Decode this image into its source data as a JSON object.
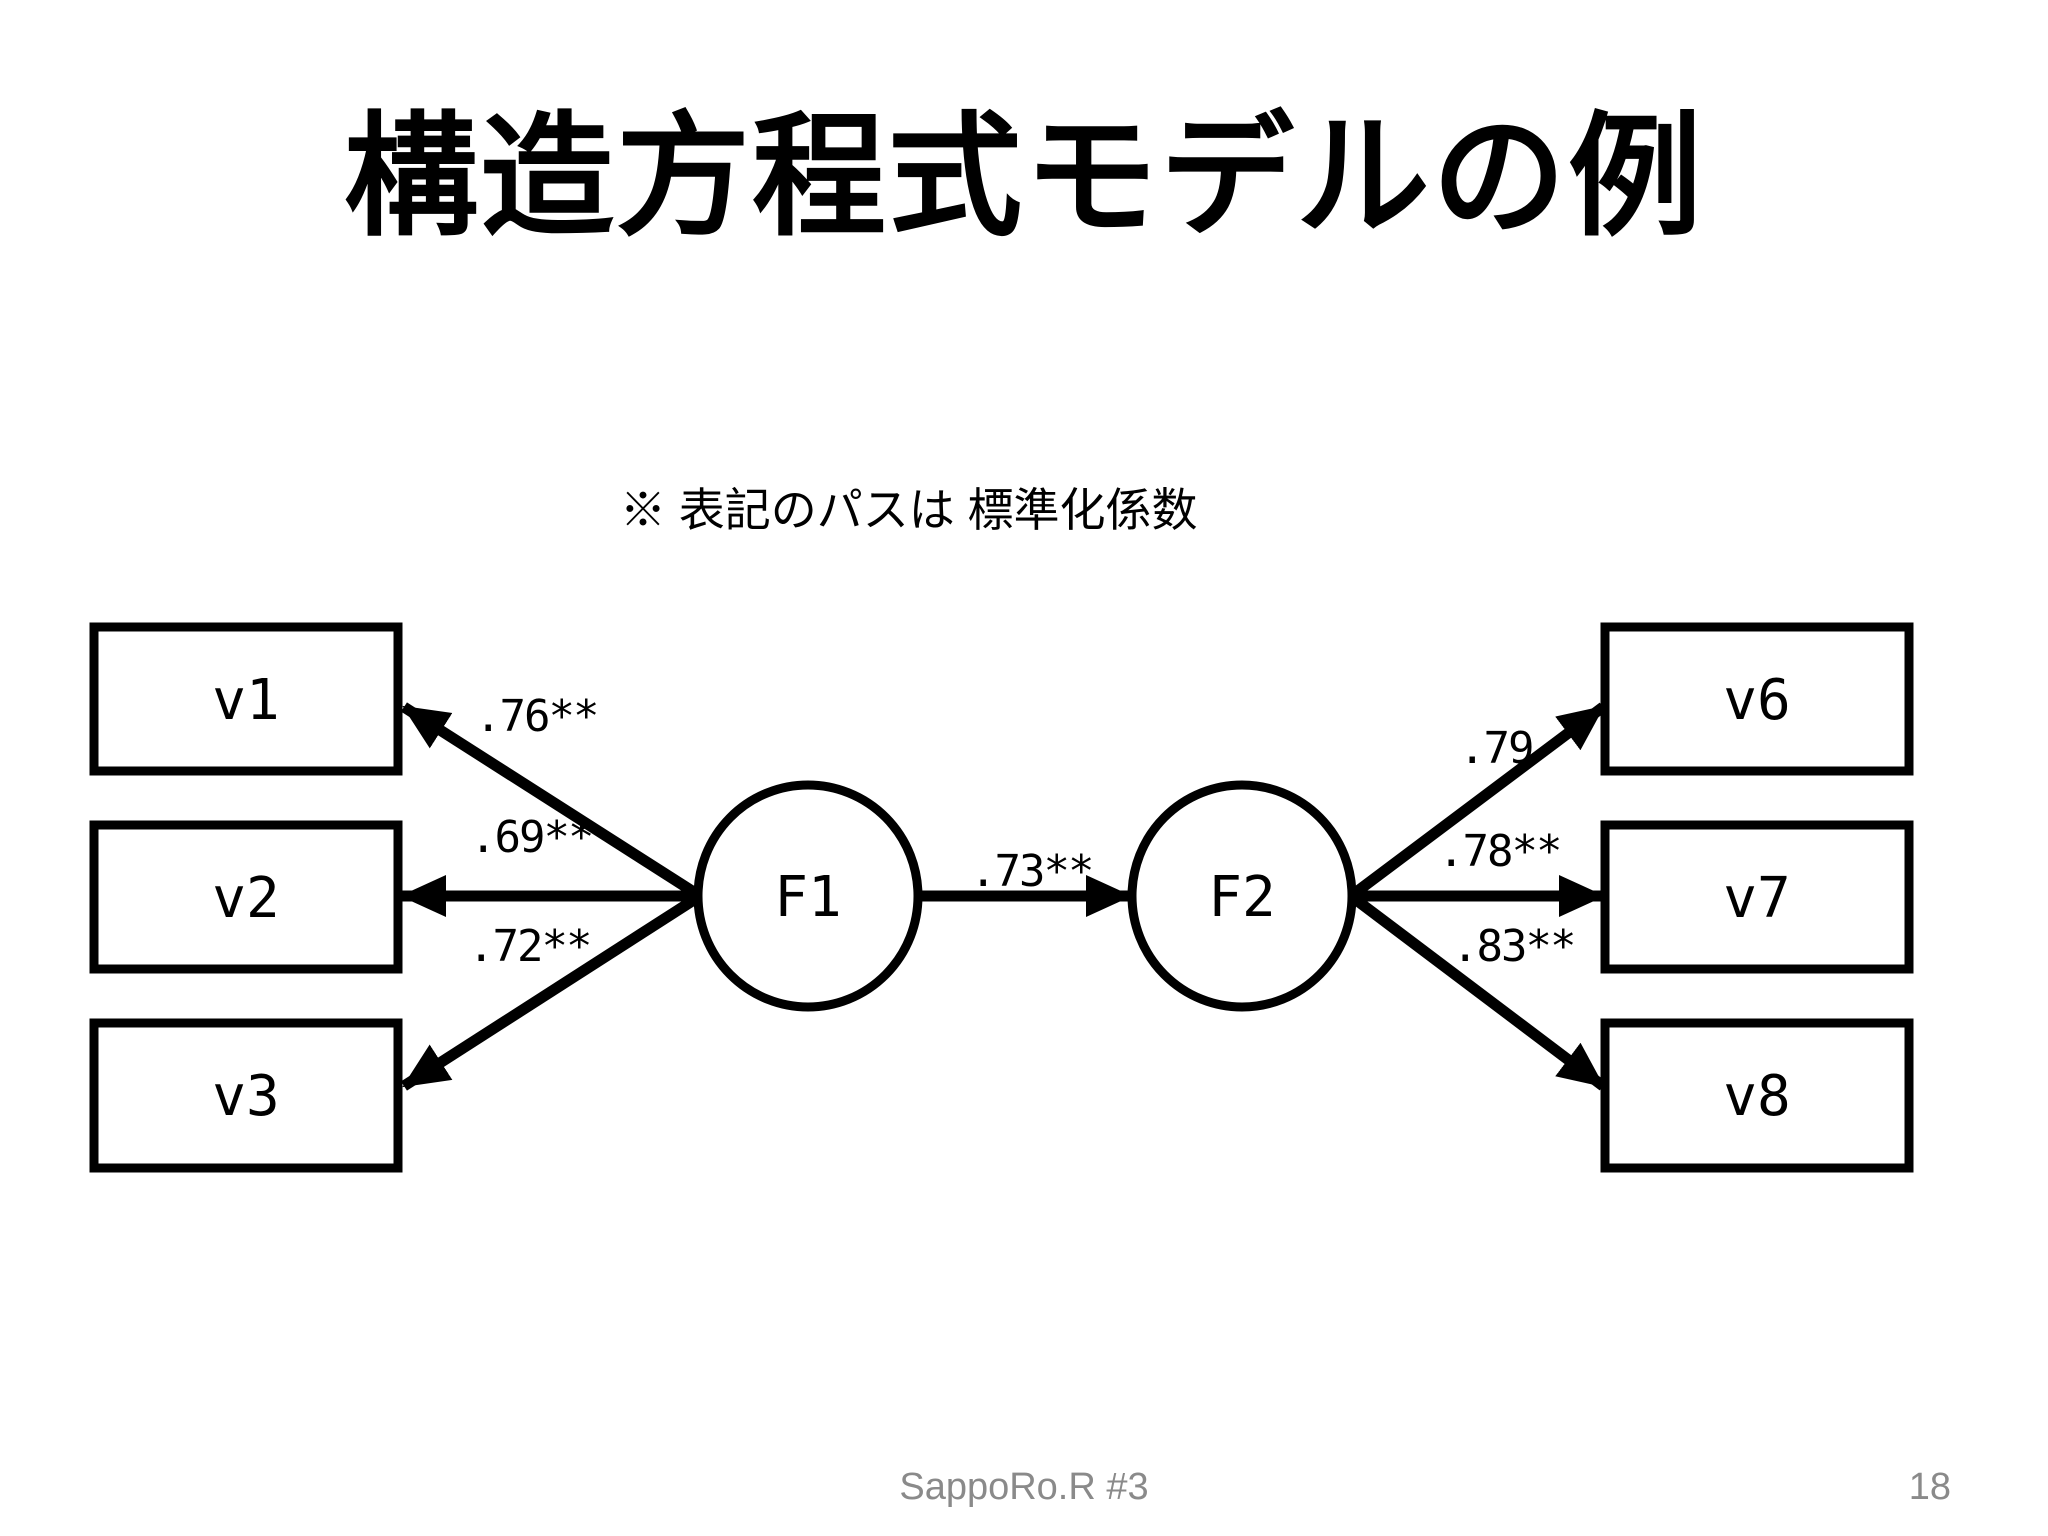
{
  "slide": {
    "title": "構造方程式モデルの例",
    "note": "※ 表記のパスは 標準化係数",
    "footer": {
      "left": "SappoRo.R #3",
      "page": "18"
    }
  },
  "diagram": {
    "kind": "structural-equation-model-path-diagram",
    "observed": [
      {
        "id": "v1",
        "label": "v1"
      },
      {
        "id": "v2",
        "label": "v2"
      },
      {
        "id": "v3",
        "label": "v3"
      },
      {
        "id": "v6",
        "label": "v6"
      },
      {
        "id": "v7",
        "label": "v7"
      },
      {
        "id": "v8",
        "label": "v8"
      }
    ],
    "latent": [
      {
        "id": "F1",
        "label": "F1"
      },
      {
        "id": "F2",
        "label": "F2"
      }
    ],
    "paths": [
      {
        "from": "F1",
        "to": "v1",
        "coef": ".76**"
      },
      {
        "from": "F1",
        "to": "v2",
        "coef": ".69**"
      },
      {
        "from": "F1",
        "to": "v3",
        "coef": ".72**"
      },
      {
        "from": "F1",
        "to": "F2",
        "coef": ".73**"
      },
      {
        "from": "F2",
        "to": "v6",
        "coef": ".79"
      },
      {
        "from": "F2",
        "to": "v7",
        "coef": ".78**"
      },
      {
        "from": "F2",
        "to": "v8",
        "coef": ".83**"
      }
    ],
    "colors": {
      "line": "#000000",
      "node_fill": "#ffffff",
      "footer_text": "#8a8a8a",
      "background": "#ffffff"
    }
  }
}
